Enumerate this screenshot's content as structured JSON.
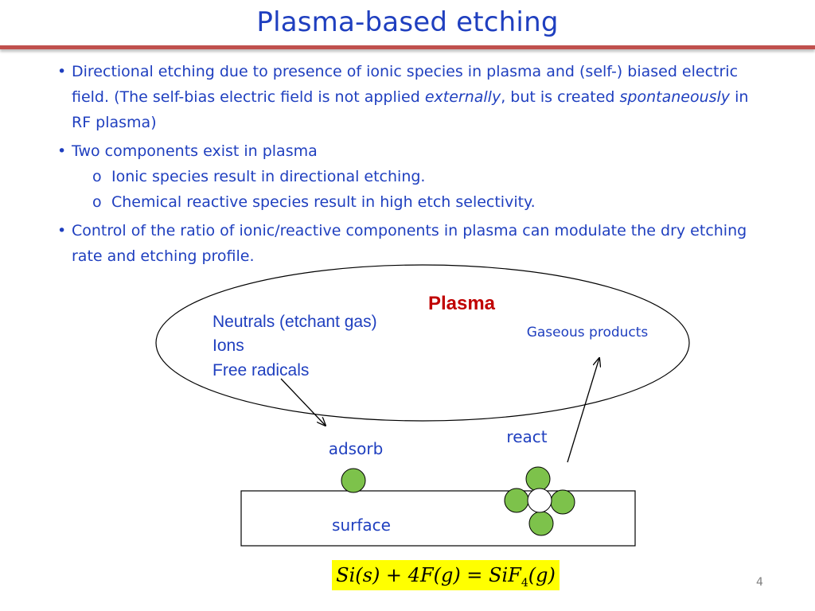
{
  "slide": {
    "title": "Plasma-based etching",
    "page_number": "4"
  },
  "bullets": {
    "b1_text1": "Directional etching due to presence of ionic species in plasma and (self-) biased electric field. (The self-bias electric field is not applied ",
    "b1_em1": "externally",
    "b1_text2": ", but is created ",
    "b1_em2": "spontaneously",
    "b1_text3": " in RF plasma)",
    "b2_text": "Two components exist in plasma",
    "b2_sub1": "Ionic species result in directional etching.",
    "b2_sub2": "Chemical reactive species result in high etch selectivity.",
    "b3_text": "Control of the ratio of ionic/reactive components in plasma can modulate the dry etching rate and etching profile.",
    "bullet_char": "•",
    "sub_bullet_char": "o"
  },
  "diagram": {
    "plasma_label": "Plasma",
    "neutrals": "Neutrals (etchant gas)",
    "ions": "Ions",
    "radicals": "Free radicals",
    "gaseous_products": "Gaseous products",
    "adsorb": "adsorb",
    "react": "react",
    "surface": "surface"
  },
  "equation": {
    "lhs": "Si(s) + 4F(g) = SiF",
    "subscript": "4",
    "rhs": "(g)"
  },
  "colors": {
    "text_blue": "#1f3fbf",
    "title_rule": "#c0504d",
    "plasma_red": "#c00000",
    "molecule_green": "#7dc24b",
    "equation_bg": "#ffff00"
  }
}
